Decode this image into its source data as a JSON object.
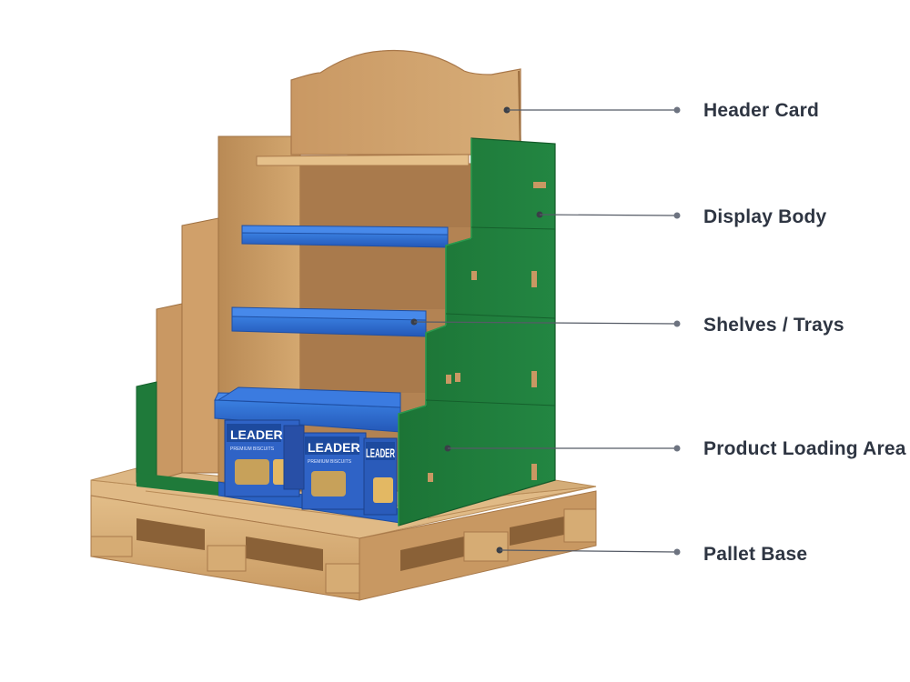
{
  "callouts": [
    {
      "key": "header",
      "label": "Header Card"
    },
    {
      "key": "body",
      "label": "Display Body"
    },
    {
      "key": "shelves",
      "label": "Shelves / Trays"
    },
    {
      "key": "loading",
      "label": "Product Loading Area"
    },
    {
      "key": "pallet",
      "label": "Pallet Base"
    }
  ],
  "product": {
    "brand": "LEADER",
    "sub": "PREMIUM BISCUITS"
  },
  "colors": {
    "kraft": "#c99a62",
    "kraft_dark": "#a9784a",
    "kraft_light": "#d9b27e",
    "green": "#1e7a3a",
    "green_dark": "#16602d",
    "blue": "#2f6fd1",
    "blue_dark": "#1f4fa3",
    "pallet_wood": "#d8b07a",
    "label_text": "#2e3542",
    "leader_line": "#555b66"
  }
}
